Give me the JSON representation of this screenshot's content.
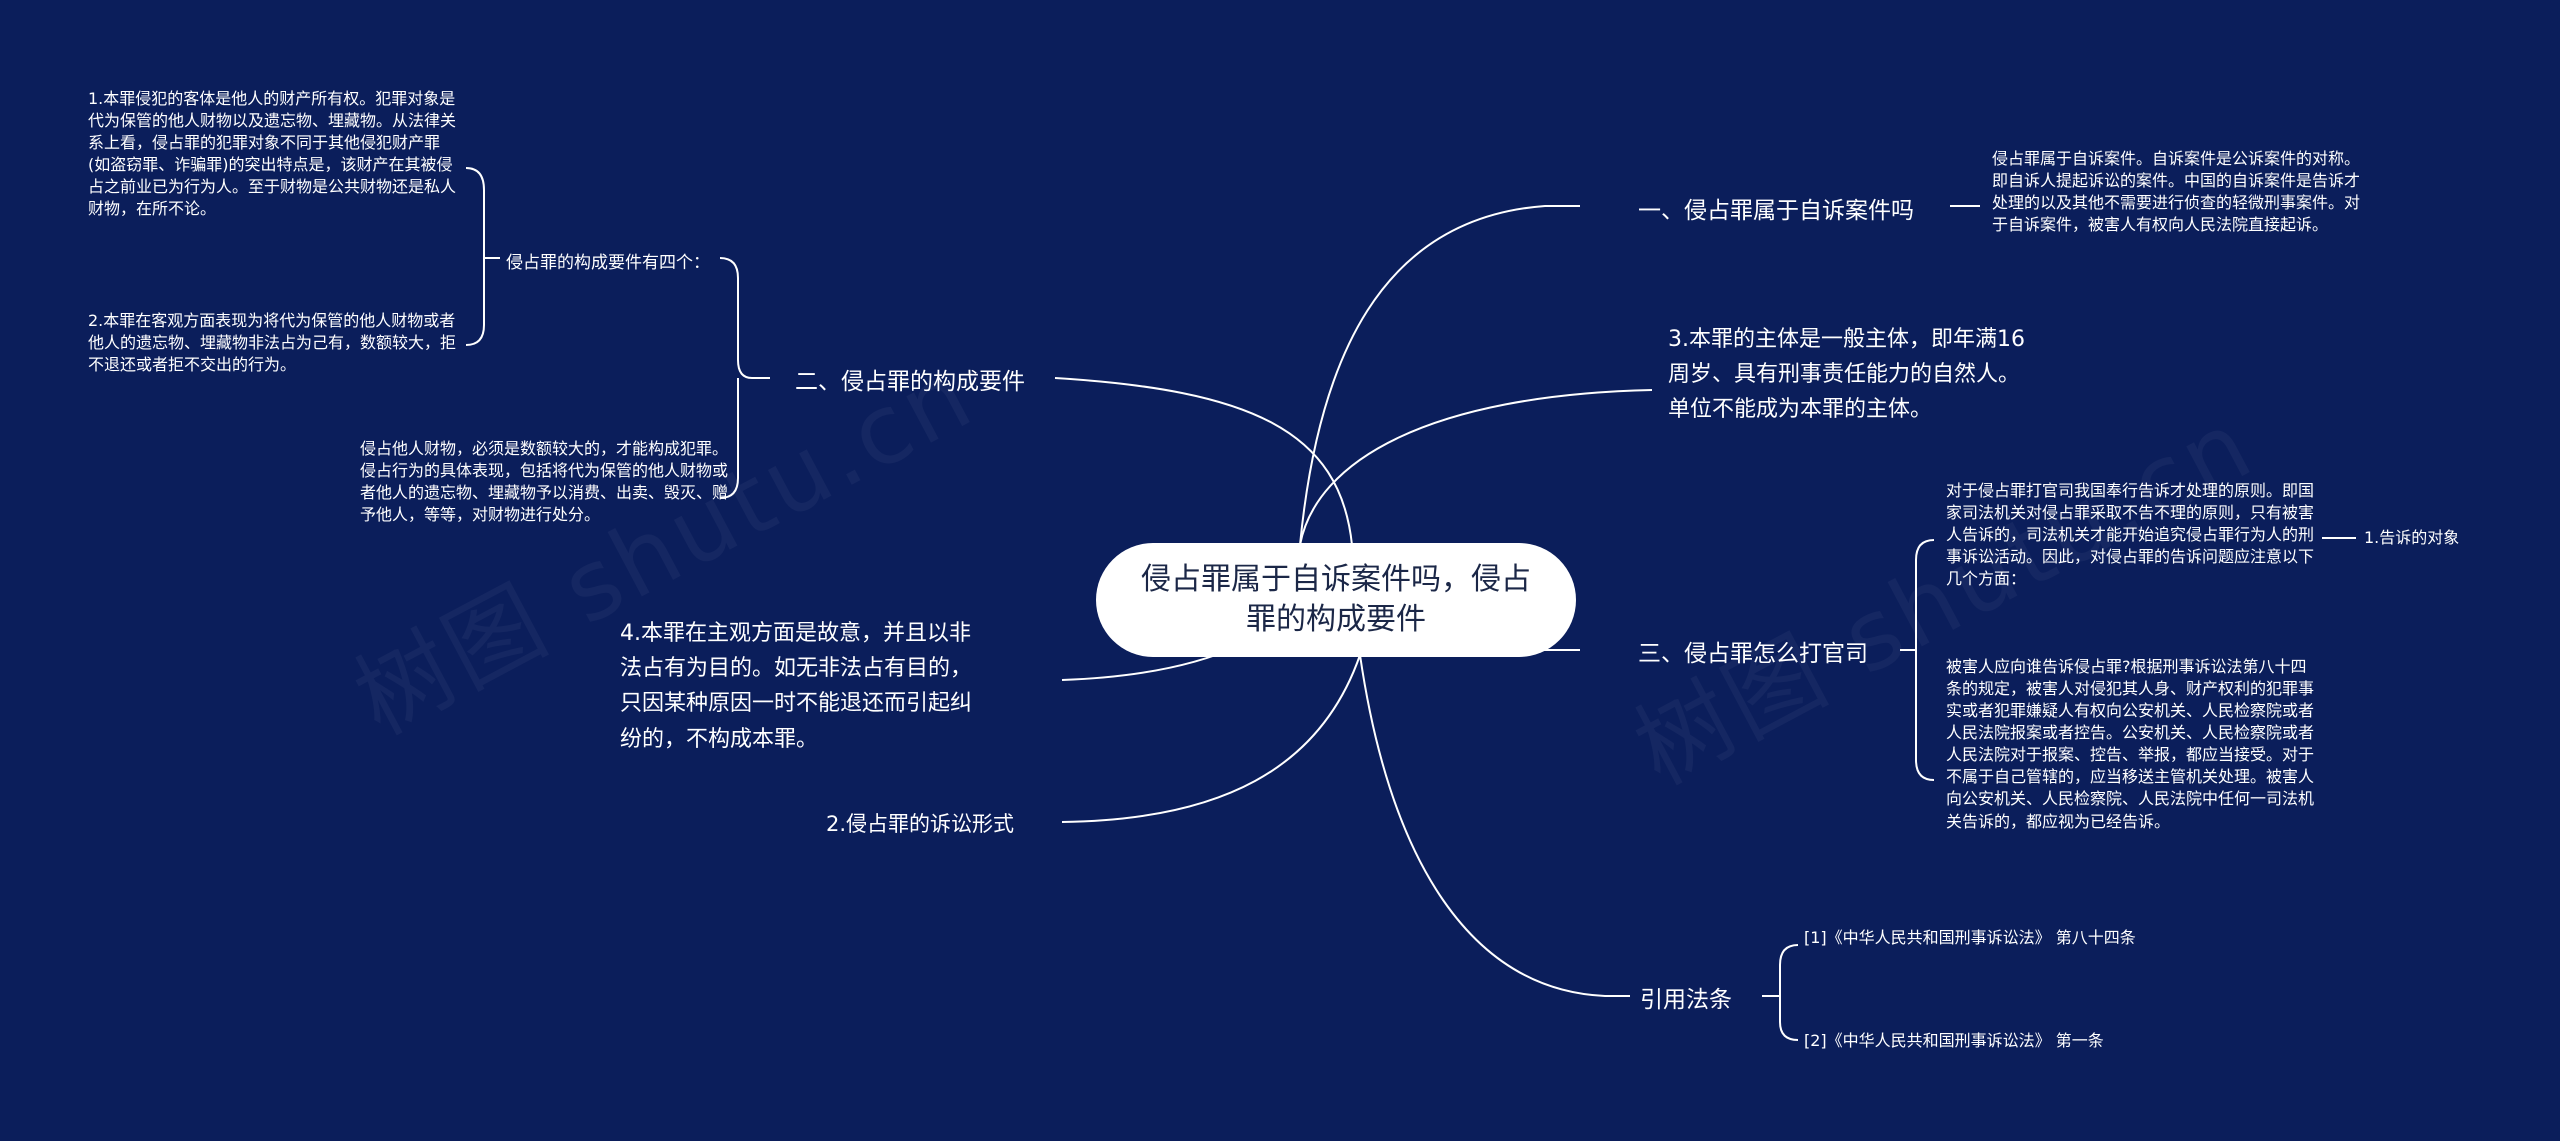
{
  "root": "侵占罪属于自诉案件吗，侵占罪的构成要件",
  "watermark": "树图 shutu.cn",
  "left": {
    "branch_2": {
      "title": "二、侵占罪的构成要件",
      "sub": {
        "title": "侵占罪的构成要件有四个：",
        "items": [
          "1.本罪侵犯的客体是他人的财产所有权。犯罪对象是代为保管的他人财物以及遗忘物、埋藏物。从法律关系上看，侵占罪的犯罪对象不同于其他侵犯财产罪(如盗窃罪、诈骗罪)的突出特点是，该财产在其被侵占之前业已为行为人。至于财物是公共财物还是私人财物，在所不论。",
          "2.本罪在客观方面表现为将代为保管的他人财物或者他人的遗忘物、埋藏物非法占为己有，数额较大，拒不退还或者拒不交出的行为。"
        ]
      },
      "note": "侵占他人财物，必须是数额较大的，才能构成犯罪。侵占行为的具体表现，包括将代为保管的他人财物或者他人的遗忘物、埋藏物予以消费、出卖、毁灭、赠予他人，等等，对财物进行处分。"
    },
    "point_4": "4.本罪在主观方面是故意，并且以非法占有为目的。如无非法占有目的，只因某种原因一时不能退还而引起纠纷的，不构成本罪。",
    "point_2": "2.侵占罪的诉讼形式"
  },
  "right": {
    "branch_1": {
      "title": "一、侵占罪属于自诉案件吗",
      "detail": "侵占罪属于自诉案件。自诉案件是公诉案件的对称。即自诉人提起诉讼的案件。中国的自诉案件是告诉才处理的以及其他不需要进行侦查的轻微刑事案件。对于自诉案件，被害人有权向人民法院直接起诉。"
    },
    "point_3": "3.本罪的主体是一般主体，即年满16周岁、具有刑事责任能力的自然人。单位不能成为本罪的主体。",
    "branch_3": {
      "title": "三、侵占罪怎么打官司",
      "detail_a": "对于侵占罪打官司我国奉行告诉才处理的原则。即国家司法机关对侵占罪采取不告不理的原则，只有被害人告诉的，司法机关才能开始追究侵占罪行为人的刑事诉讼活动。因此，对侵占罪的告诉问题应注意以下几个方面：",
      "detail_a_child": "1.告诉的对象",
      "detail_b": "被害人应向谁告诉侵占罪?根据刑事诉讼法第八十四条的规定，被害人对侵犯其人身、财产权利的犯罪事实或者犯罪嫌疑人有权向公安机关、人民检察院或者人民法院报案或者控告。公安机关、人民检察院或者人民法院对于报案、控告、举报，都应当接受。对于不属于自己管辖的，应当移送主管机关处理。被害人向公安机关、人民检察院、人民法院中任何一司法机关告诉的，都应视为已经告诉。"
    },
    "citations": {
      "title": "引用法条",
      "items": [
        "[1]《中华人民共和国刑事诉讼法》 第八十四条",
        "[2]《中华人民共和国刑事诉讼法》 第一条"
      ]
    }
  },
  "colors": {
    "background": "#0b1e5b",
    "line": "#ffffff",
    "root_bg": "#ffffff",
    "root_text": "#1b2747"
  }
}
